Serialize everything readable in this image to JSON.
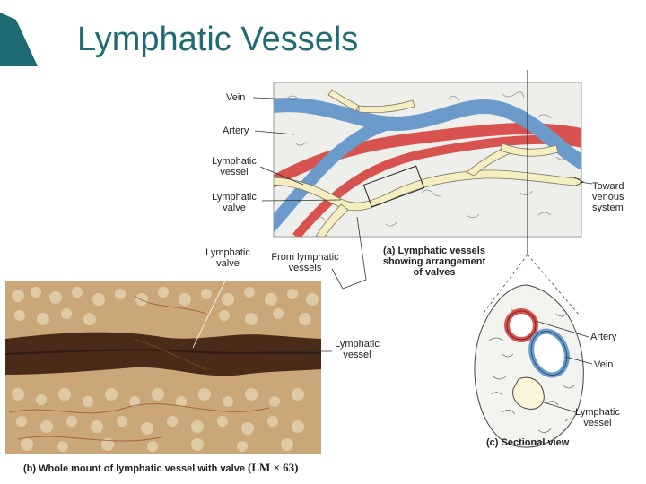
{
  "slide": {
    "title": "Lymphatic Vessels",
    "accent_color": "#1f6b73"
  },
  "panel_a": {
    "labels": {
      "vein": "Vein",
      "artery": "Artery",
      "lymphatic_vessel": "Lymphatic\nvessel",
      "lymphatic_valve": "Lymphatic\nvalve",
      "toward_venous": "Toward\nvenous\nsystem",
      "from_lymphatic": "From lymphatic\nvessels"
    },
    "caption": "(a) Lymphatic vessels\nshowing arrangement\nof valves"
  },
  "panel_b": {
    "labels": {
      "lymphatic_valve": "Lymphatic\nvalve",
      "lymphatic_vessel": "Lymphatic\nvessel"
    },
    "caption": "(b) Whole mount of lymphatic vessel with valve",
    "magnification": "(LM × 63)"
  },
  "panel_c": {
    "labels": {
      "artery": "Artery",
      "vein": "Vein",
      "lymphatic_vessel": "Lymphatic\nvessel"
    },
    "caption": "(c) Sectional view"
  },
  "colors": {
    "artery": "#d8534f",
    "vein": "#6a9bcb",
    "lymph": "#f5eec0",
    "tissue": "#eeeeea",
    "photo_bg": "#c9a778",
    "photo_vessel": "#4a2a18"
  }
}
